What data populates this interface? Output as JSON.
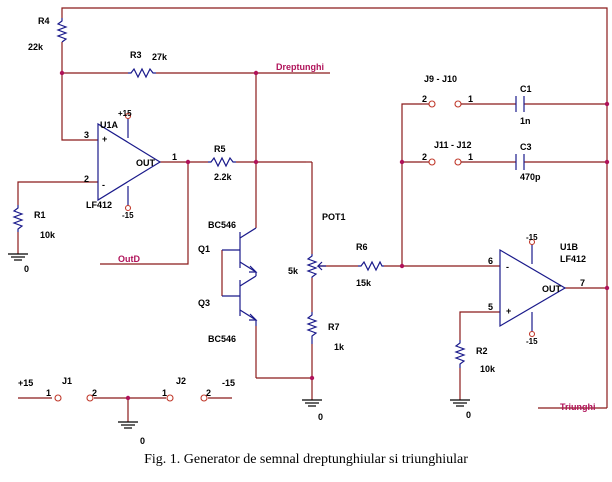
{
  "caption": "Fig. 1. Generator de semnal dreptunghiular si triunghiular",
  "signals": {
    "square": "Dreptunghi",
    "triangle": "Triunghi",
    "out": "OutD"
  },
  "components": {
    "R4": {
      "ref": "R4",
      "value": "22k"
    },
    "R3": {
      "ref": "R3",
      "value": "27k"
    },
    "R5": {
      "ref": "R5",
      "value": "2.2k"
    },
    "R1": {
      "ref": "R1",
      "value": "10k"
    },
    "R6": {
      "ref": "R6",
      "value": "15k"
    },
    "R7": {
      "ref": "R7",
      "value": "1k"
    },
    "R2": {
      "ref": "R2",
      "value": "10k"
    },
    "POT1": {
      "ref": "POT1",
      "value": "5k"
    },
    "C1": {
      "ref": "C1",
      "value": "1n"
    },
    "C3": {
      "ref": "C3",
      "value": "470p"
    },
    "Q1": {
      "ref": "Q1",
      "model": "BC546"
    },
    "Q3": {
      "ref": "Q3",
      "model": "BC546"
    },
    "U1A": {
      "ref": "U1A",
      "model": "LF412",
      "out": "OUT",
      "vpos": "+15",
      "vneg": "-15",
      "pin_plus": "3",
      "pin_minus": "2",
      "pin_out": "1"
    },
    "U1B": {
      "ref": "U1B",
      "model": "LF412",
      "out": "OUT",
      "vpos": "-15",
      "vneg": "-15",
      "pin_minus": "6",
      "pin_plus": "5",
      "pin_out": "7"
    },
    "J9": {
      "ref": "J9 - J10",
      "pin_a": "2",
      "pin_b": "1"
    },
    "J11": {
      "ref": "J11 - J12",
      "pin_a": "2",
      "pin_b": "1"
    },
    "J1": {
      "ref": "J1",
      "pin_a": "1",
      "pin_b": "2"
    },
    "J2": {
      "ref": "J2",
      "pin_a": "1",
      "pin_b": "2"
    }
  },
  "supplies": {
    "pos": "+15",
    "neg": "-15"
  },
  "ground_label": "0"
}
